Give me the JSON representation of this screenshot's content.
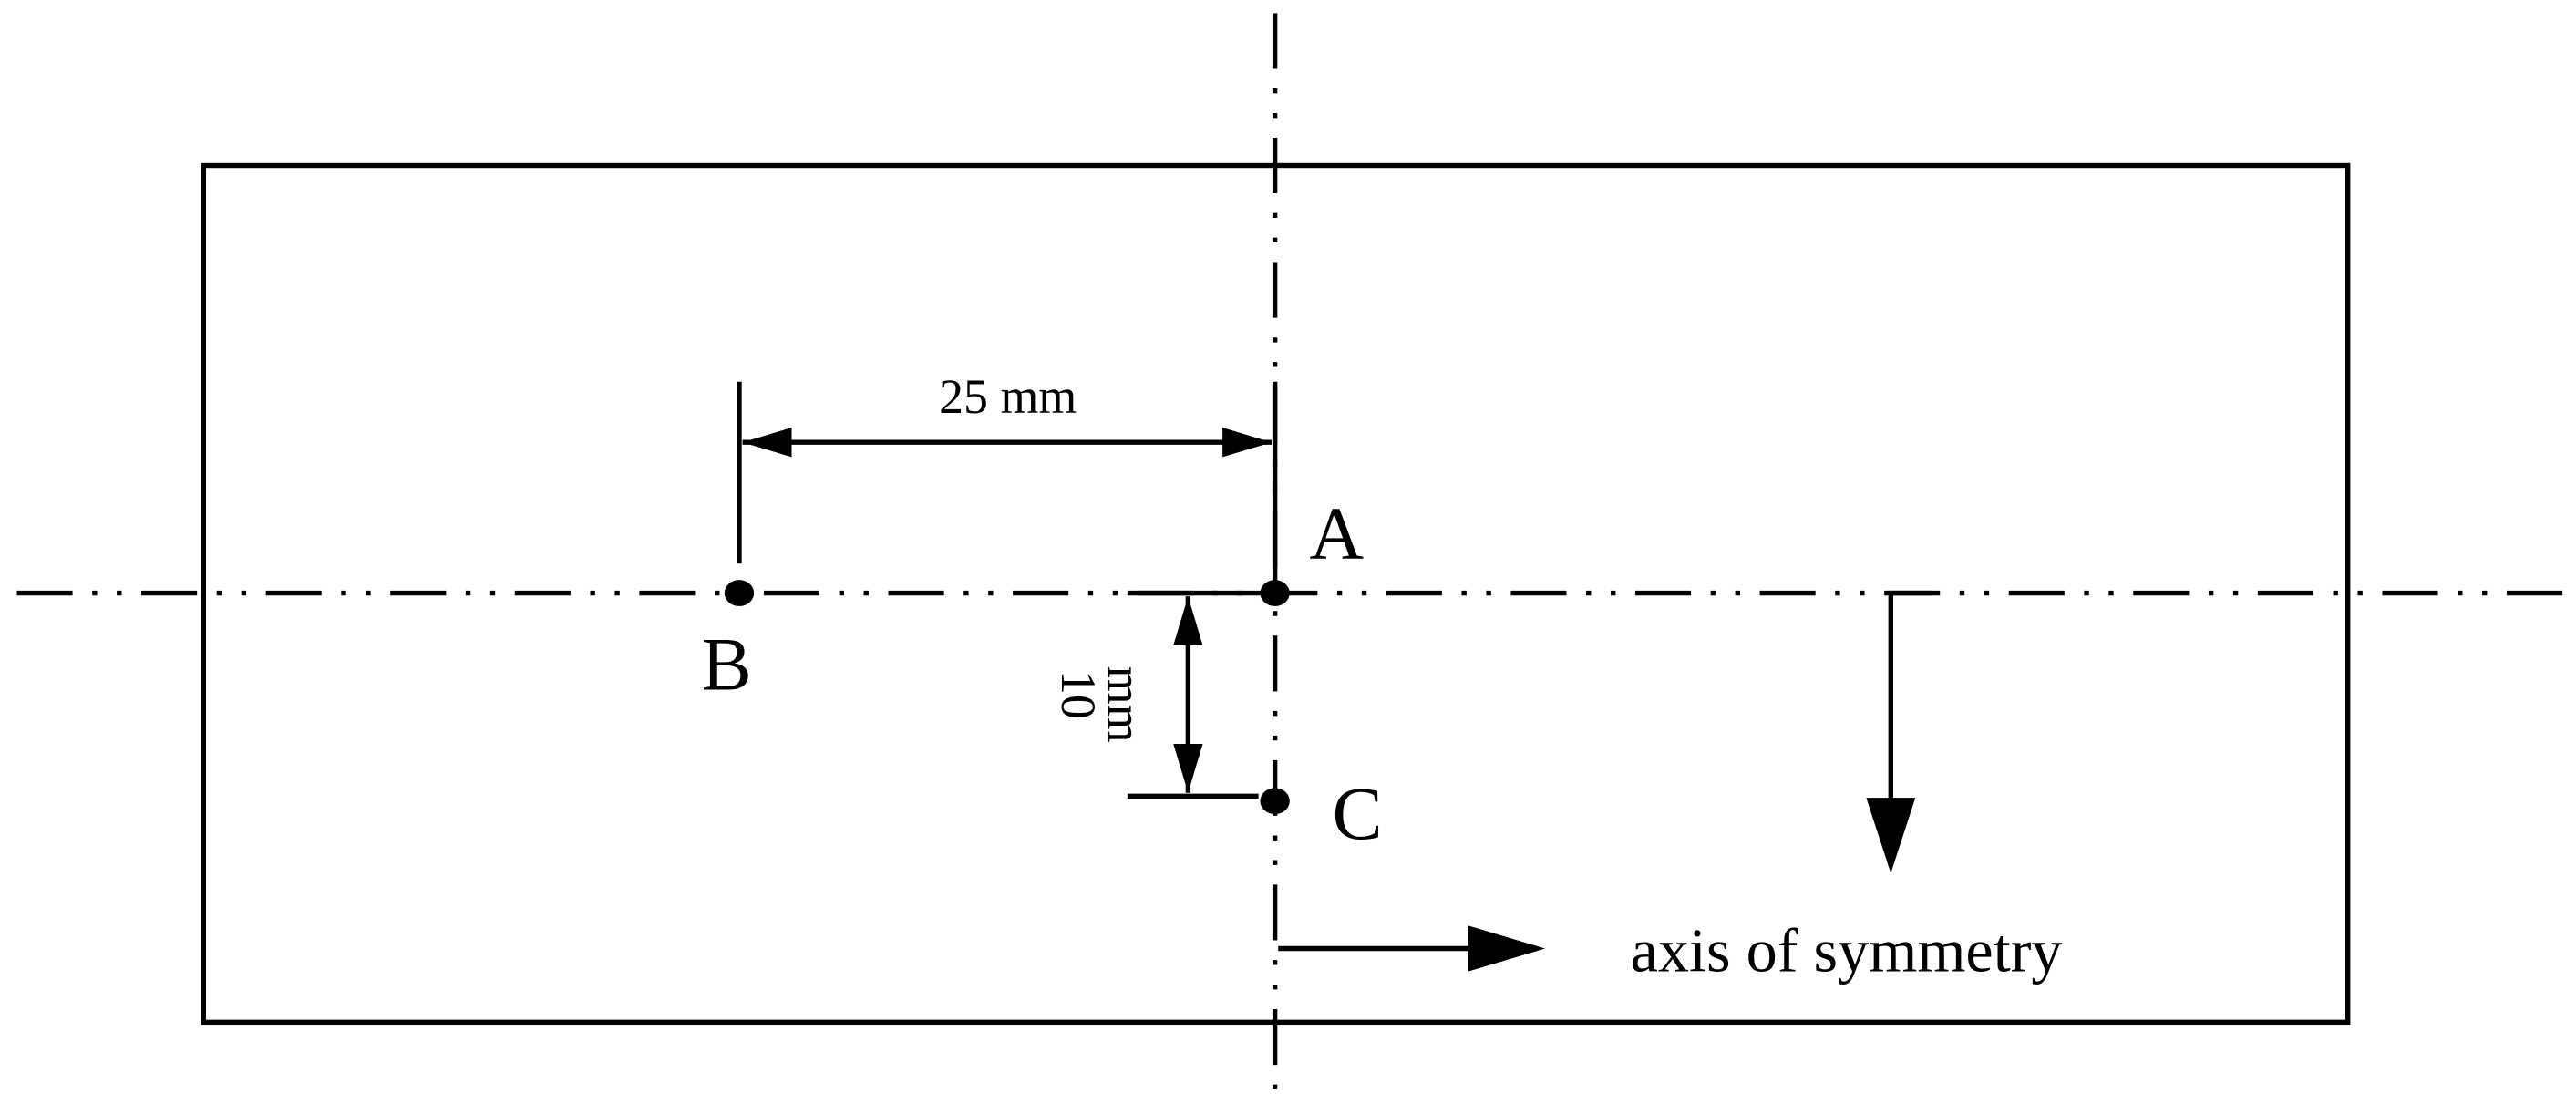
{
  "colors": {
    "ink": "#000000",
    "background": "#ffffff"
  },
  "points": {
    "a": "A",
    "b": "B",
    "c": "C"
  },
  "dimensions": {
    "horizontal": "25 mm",
    "vertical_value": "10",
    "vertical_unit": "mm"
  },
  "legend": {
    "axis_label": "axis of symmetry"
  }
}
